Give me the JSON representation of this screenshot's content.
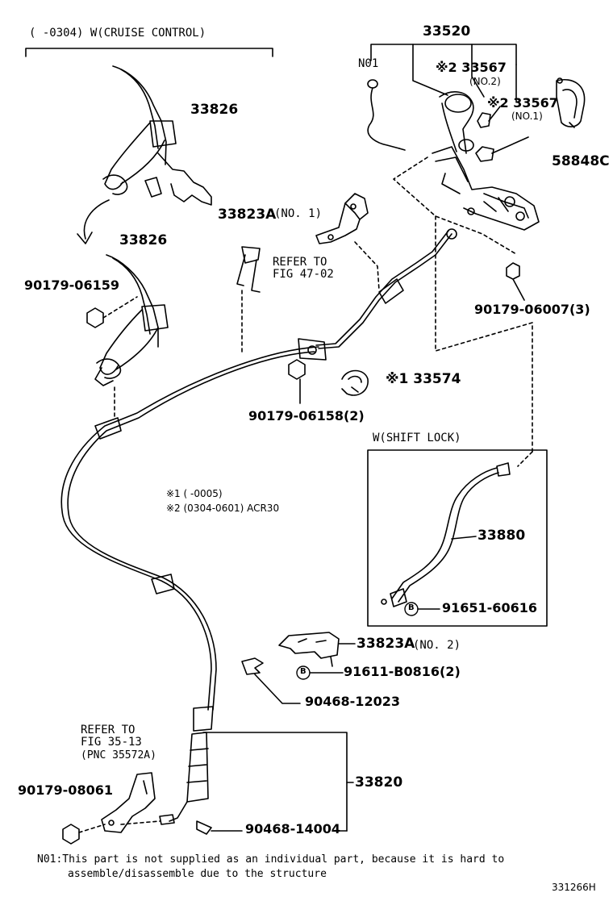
{
  "header": {
    "cruise_label": "(     -0304) W(CRUISE CONTROL)"
  },
  "parts": {
    "p33520": "33520",
    "n01": "N01",
    "p33567_no2": "※2 33567",
    "no2_small": "(NO.2)",
    "p33567_no1": "※2 33567",
    "no1_small": "(NO.1)",
    "p58848c": "58848C",
    "p33826_top": "33826",
    "p33823a_no1": "33823A",
    "no1_suffix": "(NO. 1)",
    "refer_to_1": "REFER TO",
    "fig_47_02": "FIG 47-02",
    "p33826_mid": "33826",
    "p90179_06159": "90179-06159",
    "p90179_06007": "90179-06007(3)",
    "p33574": "※1 33574",
    "p90179_06158": "90179-06158(2)",
    "shift_lock": "W(SHIFT LOCK)",
    "p33880": "33880",
    "p91651_60616": "91651-60616",
    "p33823a_no2": "33823A",
    "no2_suffix": "(NO. 2)",
    "p91611_b0816": "91611-B0816(2)",
    "p90468_12023": "90468-12023",
    "refer_to_2": "REFER TO",
    "fig_35_13": "FIG 35-13",
    "pnc": "(PNC 35572A)",
    "p90179_08061": "90179-08061",
    "p33820": "33820",
    "p90468_14004": "90468-14004",
    "b_marker": "B"
  },
  "notes": {
    "n1": "※1 (      -0005)",
    "n2": "※2 (0304-0601) ACR30"
  },
  "footer": {
    "line1": "N01:This part is not supplied as an individual part,  because it is hard to",
    "line2": "assemble/disassemble due to the structure",
    "code": "331266H"
  }
}
